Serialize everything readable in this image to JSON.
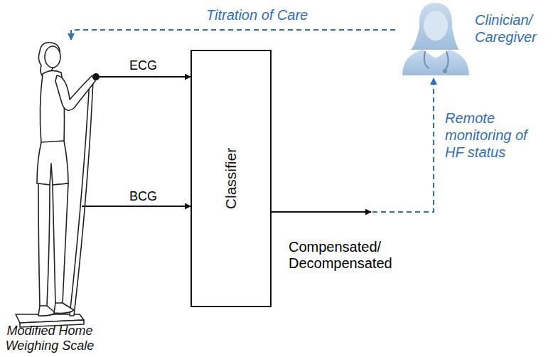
{
  "diagram": {
    "nodes": [
      {
        "text": [
          "Modified Home Weighing Scale"
        ]
      },
      {
        "text": [
          "Classifier"
        ]
      },
      {
        "text": [
          "Clinician/ Caregiver"
        ]
      }
    ],
    "edges": [
      {
        "from": 0,
        "to": 1,
        "label": "ECG",
        "arrow": "to"
      },
      {
        "from": 0,
        "to": 1,
        "label": "BCG",
        "arrow": "to"
      },
      {
        "from": 1,
        "to": 2,
        "label": "Compensated/ Decompensated",
        "arrow": "to"
      },
      {
        "from": 2,
        "to": 0,
        "label": "Titration of Care",
        "arrow": "to"
      }
    ],
    "labels": [
      "Remote monitoring of HF status"
    ]
  }
}
